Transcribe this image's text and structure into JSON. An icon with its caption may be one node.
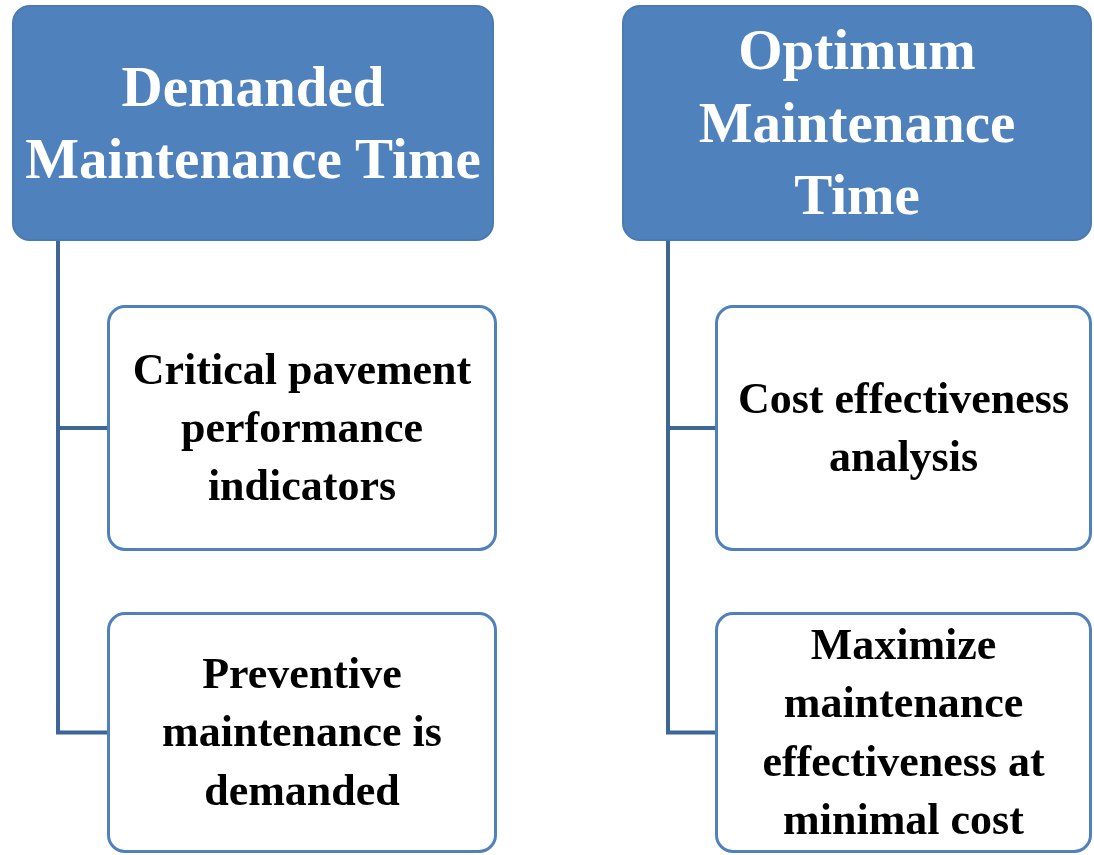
{
  "diagram": {
    "nodes": [
      {
        "text": [
          "Demanded Maintenance Time"
        ]
      },
      {
        "text": [
          "Critical pavement performance indicators"
        ]
      },
      {
        "text": [
          "Preventive maintenance is demanded"
        ]
      },
      {
        "text": [
          "Optimum Maintenance Time"
        ]
      },
      {
        "text": [
          "Cost effectiveness analysis"
        ]
      },
      {
        "text": [
          "Maximize maintenance effectiveness at minimal cost"
        ]
      }
    ],
    "edges": [
      {
        "from": 0,
        "to": 1,
        "arrow": "none"
      },
      {
        "from": 0,
        "to": 2,
        "arrow": "none"
      },
      {
        "from": 3,
        "to": 4,
        "arrow": "none"
      },
      {
        "from": 3,
        "to": 5,
        "arrow": "none"
      }
    ]
  }
}
